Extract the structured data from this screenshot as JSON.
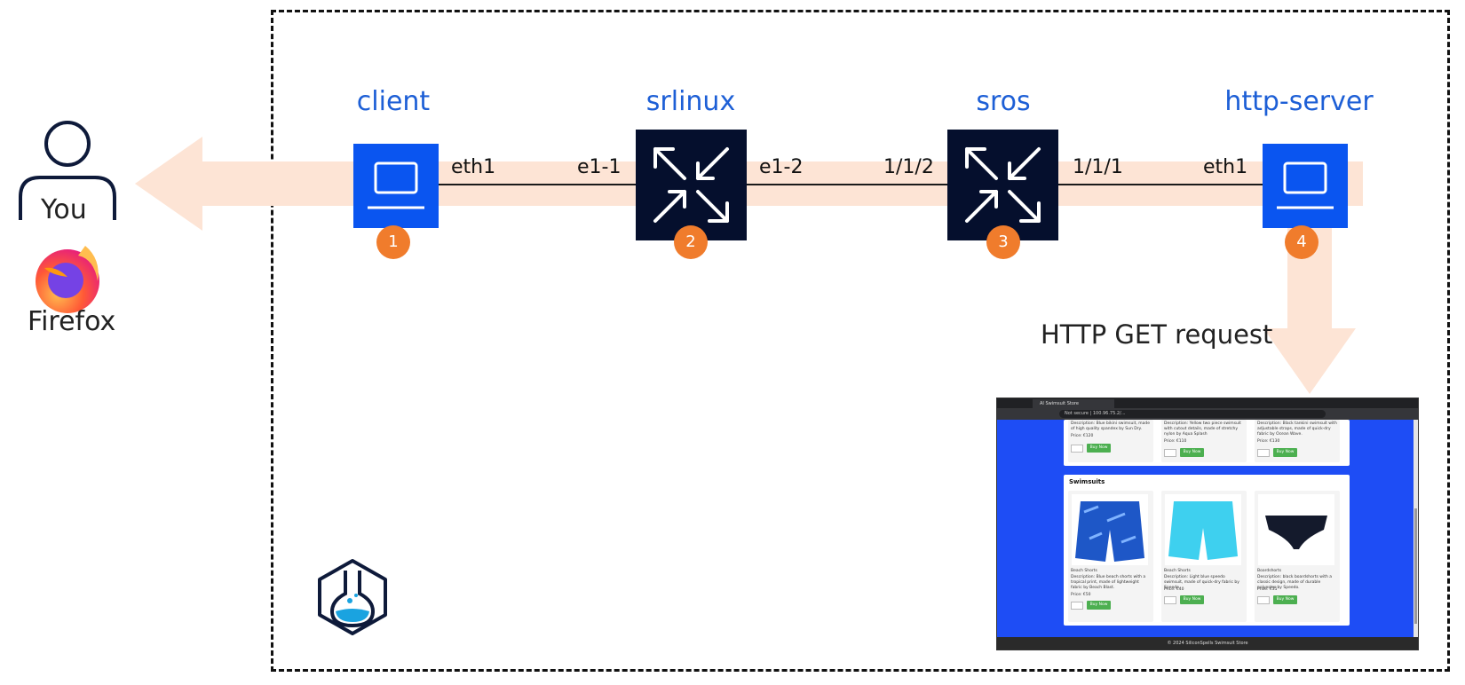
{
  "user": {
    "label": "You",
    "browser_name": "Firefox"
  },
  "nodes": [
    {
      "name": "client",
      "badge": "1",
      "kind": "host"
    },
    {
      "name": "srlinux",
      "badge": "2",
      "kind": "router"
    },
    {
      "name": "sros",
      "badge": "3",
      "kind": "router"
    },
    {
      "name": "http-server",
      "badge": "4",
      "kind": "host"
    }
  ],
  "links": [
    {
      "a": "eth1",
      "b": "e1-1"
    },
    {
      "a": "e1-2",
      "b": "1/1/2"
    },
    {
      "a": "1/1/1",
      "b": "eth1"
    }
  ],
  "request_label": "HTTP GET request",
  "colors": {
    "host": "#0a55f0",
    "router": "#050f2d",
    "label": "#1d5fd6",
    "badge": "#f07c2c",
    "flow": "#fde4d5"
  },
  "screenshot": {
    "tab_title": "AI Swimsuit Store",
    "address": "Not secure | 100.96.75.2/...",
    "top_row": [
      {
        "desc": "Description: Blue bikini swimsuit, made of high quality spandex by Sun Dry.",
        "price": "Price: €120"
      },
      {
        "desc": "Description: Yellow two piece swimsuit with cutout details, made of stretchy nylon by Aqua Splash",
        "price": "Price: €110"
      },
      {
        "desc": "Description: Black tankini swimsuit with adjustable straps, made of quick-dry fabric by Ocean Wave.",
        "price": "Price: €130"
      }
    ],
    "section_title": "Swimsuits",
    "products": [
      {
        "name": "Beach Shorts",
        "desc": "Description: Blue beach shorts with a tropical print, made of lightweight fabric by Beach Blast.",
        "price": "Price: €50"
      },
      {
        "name": "Beach Shorts",
        "desc": "Description: Light blue speedo swimsuit, made of quick-dry fabric by Speedo.",
        "price": "Price: €40"
      },
      {
        "name": "Boardshorts",
        "desc": "Description: black boardshorts with a classic design, made of durable polyester by Speedo.",
        "price": "Price: €35"
      }
    ],
    "buy_label": "Buy Now",
    "footer": "© 2024 SiliconSpells Swimsuit Store"
  }
}
